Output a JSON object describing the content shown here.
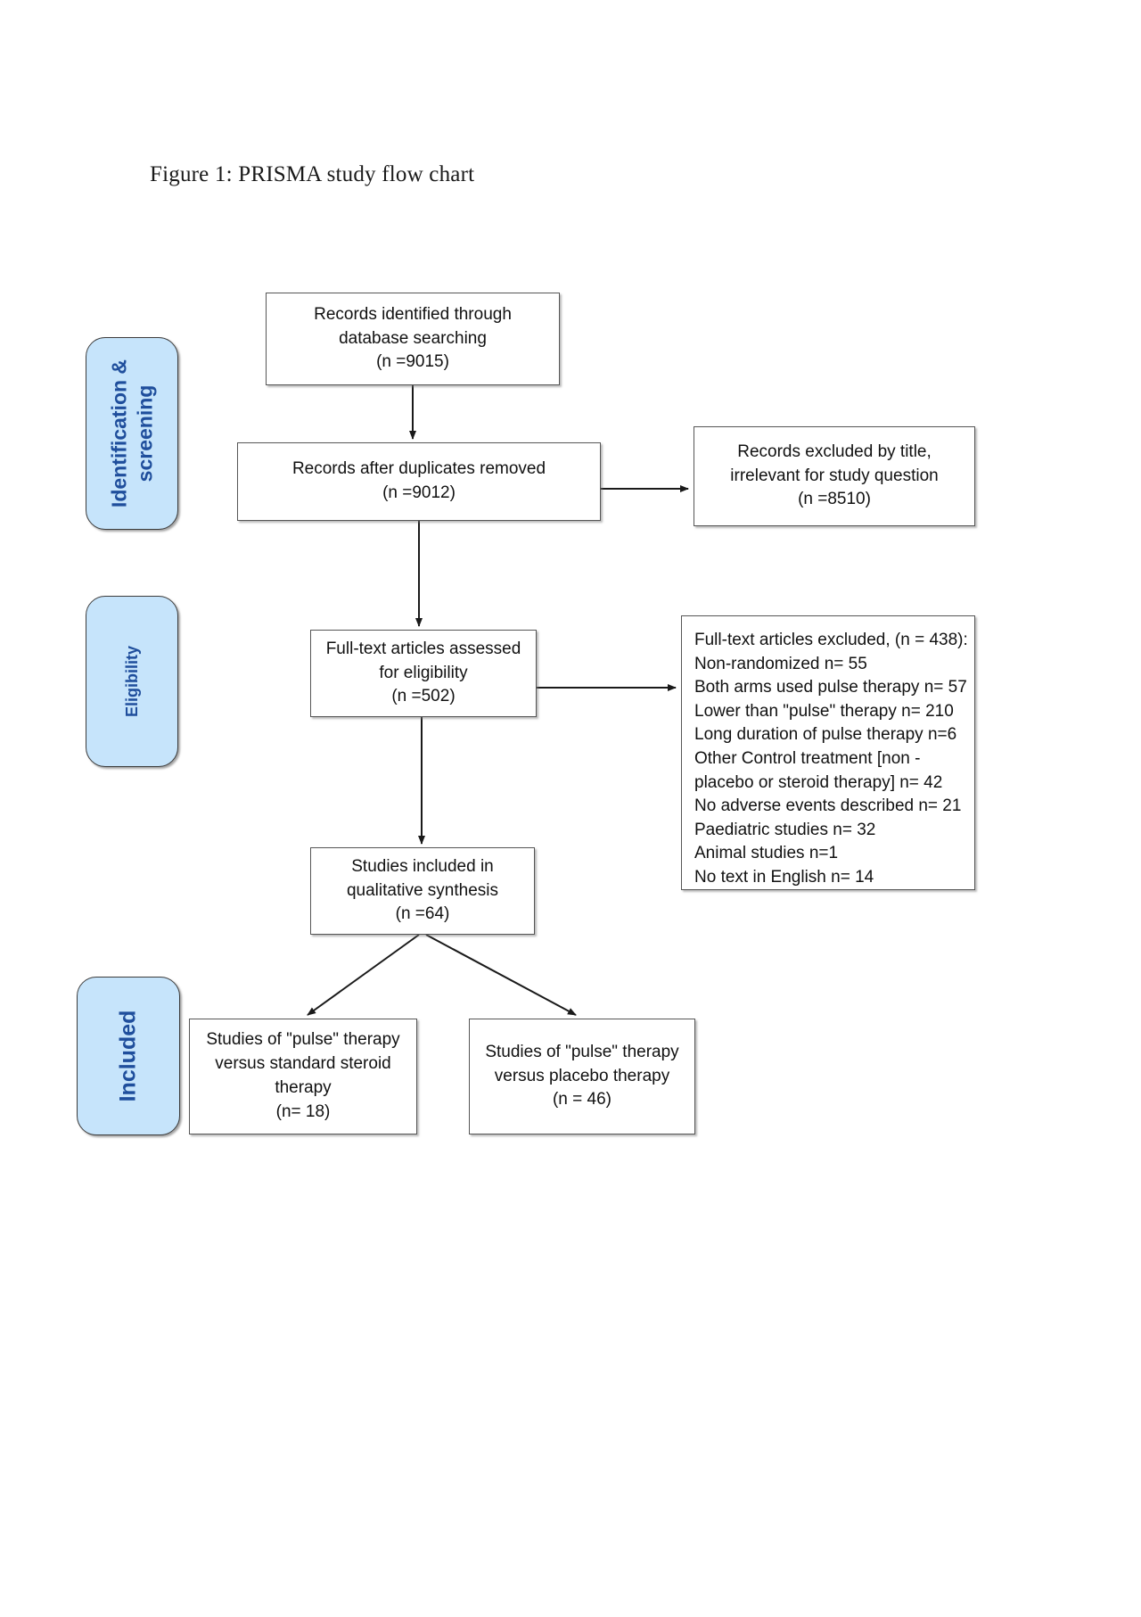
{
  "figure": {
    "title": "Figure 1: PRISMA study flow chart"
  },
  "stages": [
    {
      "id": "identification",
      "label": "Identification &\nscreening"
    },
    {
      "id": "eligibility",
      "label": "Eligibility"
    },
    {
      "id": "included",
      "label": "Included"
    }
  ],
  "stage_labels": {
    "identification": "Identification & screening",
    "identification_line1": "Identification &",
    "identification_line2": "screening",
    "eligibility": "Eligibility",
    "included": "Included"
  },
  "boxes": {
    "identified": {
      "line1": "Records identified through",
      "line2": "database searching",
      "line3": "(n =9015)",
      "count": 9015
    },
    "duplicates_removed": {
      "line1": "Records after duplicates removed",
      "line2": "(n =9012)",
      "count": 9012
    },
    "excluded_by_title": {
      "line1": "Records excluded by title,",
      "line2": "irrelevant for study question",
      "line3": "(n =8510)",
      "count": 8510
    },
    "fulltext_assessed": {
      "line1": "Full-text articles assessed",
      "line2": "for eligibility",
      "line3": "(n =502)",
      "count": 502
    },
    "fulltext_excluded": {
      "line1": "Full-text articles excluded, (n = 438):",
      "line2": "Non-randomized n= 55",
      "line3": "Both arms used pulse therapy n= 57",
      "line4": "Lower than \"pulse\" therapy n= 210",
      "line5": "Long duration of pulse therapy n=6",
      "line6": "Other Control treatment [non -",
      "line7": "placebo or steroid therapy] n= 42",
      "line8": "No adverse events described n= 21",
      "line9": "Paediatric studies n= 32",
      "line10": "Animal studies n=1",
      "line11": "No text in English n= 14",
      "total": 438,
      "reasons": [
        {
          "reason": "Non-randomized",
          "n": 55
        },
        {
          "reason": "Both arms used pulse therapy",
          "n": 57
        },
        {
          "reason": "Lower than \"pulse\" therapy",
          "n": 210
        },
        {
          "reason": "Long duration of pulse therapy",
          "n": 6
        },
        {
          "reason": "Other Control treatment [non - placebo or steroid therapy]",
          "n": 42
        },
        {
          "reason": "No adverse events described",
          "n": 21
        },
        {
          "reason": "Paediatric studies",
          "n": 32
        },
        {
          "reason": "Animal studies",
          "n": 1
        },
        {
          "reason": "No text in English",
          "n": 14
        }
      ]
    },
    "qualitative_synthesis": {
      "line1": "Studies included in",
      "line2": "qualitative synthesis",
      "line3": "(n =64)",
      "count": 64
    },
    "pulse_vs_steroid": {
      "line1": "Studies of \"pulse\" therapy",
      "line2": "versus standard steroid",
      "line3": "therapy",
      "line4": "(n= 18)",
      "count": 18
    },
    "pulse_vs_placebo": {
      "line1": "Studies of \"pulse\" therapy",
      "line2": "versus placebo therapy",
      "line3": "(n = 46)",
      "count": 46
    }
  },
  "colors": {
    "stage_fill": "#c6e4fb",
    "stage_text": "#1f4e9c",
    "box_border": "#565656",
    "connector": "#1a1a1a",
    "page_background": "#ffffff"
  }
}
